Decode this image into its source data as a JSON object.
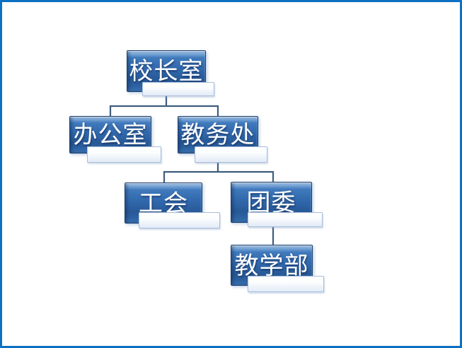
{
  "frame": {
    "background_color": "#ffffff",
    "border_color": "#0c70c3"
  },
  "diagram": {
    "type": "org-chart",
    "connector_color": "#3e5d7d",
    "node_fill_color": "#3168ac",
    "node_border_color": "#1b3e6b",
    "node_text_color": "#ffffff",
    "shadow_box_fill_color": "#eef3fa",
    "shadow_box_border_color": "#a9bedb",
    "nodes": [
      {
        "id": "principal-office",
        "label": "校长室",
        "level": 1,
        "parent": null
      },
      {
        "id": "general-office",
        "label": "办公室",
        "level": 2,
        "parent": "校长室"
      },
      {
        "id": "academic-affairs",
        "label": "教务处",
        "level": 2,
        "parent": "校长室"
      },
      {
        "id": "labor-union",
        "label": "工会",
        "level": 3,
        "parent": "教务处"
      },
      {
        "id": "youth-league",
        "label": "团委",
        "level": 3,
        "parent": "教务处"
      },
      {
        "id": "teaching-dept",
        "label": "教学部",
        "level": 4,
        "parent": "团委"
      }
    ]
  }
}
